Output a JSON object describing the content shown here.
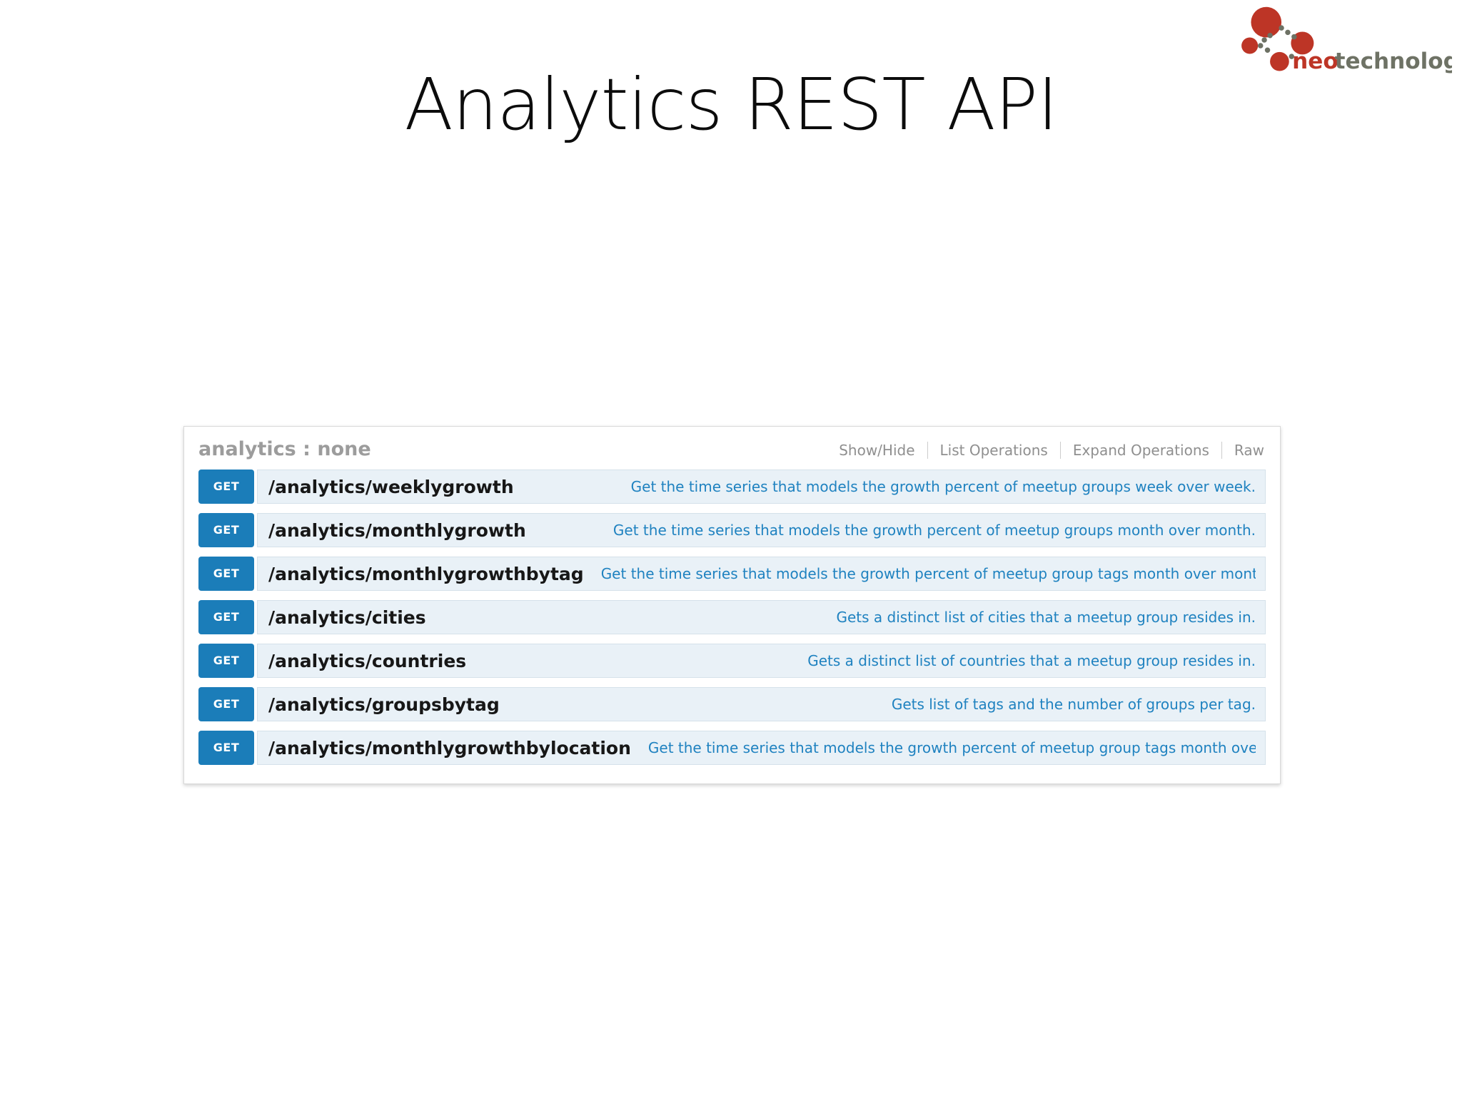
{
  "page": {
    "title": "Analytics REST API",
    "background_color": "#ffffff"
  },
  "logo": {
    "name": "neo-technology",
    "brand": "neo",
    "brand_suffix": "technology",
    "colors": {
      "node_red": "#bd3526",
      "dot_gray": "#6d7164",
      "text_red": "#bd3526",
      "text_gray": "#6e7265"
    }
  },
  "api_panel": {
    "resource_title": "analytics : none",
    "actions": [
      {
        "label": "Show/Hide"
      },
      {
        "label": "List Operations"
      },
      {
        "label": "Expand Operations"
      },
      {
        "label": "Raw"
      }
    ],
    "operations": [
      {
        "method": "GET",
        "path": "/analytics/weeklygrowth",
        "description": "Get the time series that models the growth percent of meetup groups week over week."
      },
      {
        "method": "GET",
        "path": "/analytics/monthlygrowth",
        "description": "Get the time series that models the growth percent of meetup groups month over month."
      },
      {
        "method": "GET",
        "path": "/analytics/monthlygrowthbytag",
        "description": "Get the time series that models the growth percent of meetup group tags month over month."
      },
      {
        "method": "GET",
        "path": "/analytics/cities",
        "description": "Gets a distinct list of cities that a meetup group resides in."
      },
      {
        "method": "GET",
        "path": "/analytics/countries",
        "description": "Gets a distinct list of countries that a meetup group resides in."
      },
      {
        "method": "GET",
        "path": "/analytics/groupsbytag",
        "description": "Gets list of tags and the number of groups per tag."
      },
      {
        "method": "GET",
        "path": "/analytics/monthlygrowthbylocation",
        "description": "Get the time series that models the growth percent of meetup group tags month over month, by city."
      }
    ],
    "colors": {
      "method_button_bg": "#1b7db9",
      "row_bg": "#e9f1f7",
      "row_border": "#d5e1ea",
      "description_text": "#1f82c0",
      "resource_title_text": "#9c9c9c",
      "action_link_text": "#8f8f8f"
    }
  }
}
